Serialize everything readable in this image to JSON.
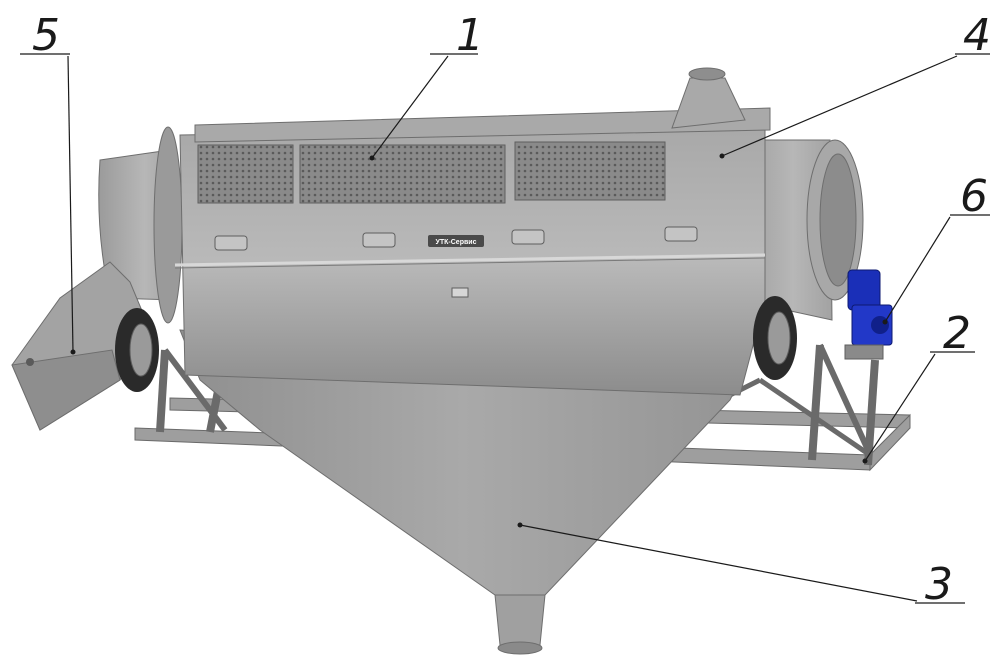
{
  "figure": {
    "brand_label": "УТК-Сервис",
    "callouts": [
      {
        "id": "5",
        "label": "5"
      },
      {
        "id": "1",
        "label": "1"
      },
      {
        "id": "4",
        "label": "4"
      },
      {
        "id": "6",
        "label": "6"
      },
      {
        "id": "2",
        "label": "2"
      },
      {
        "id": "3",
        "label": "3"
      }
    ]
  },
  "colors": {
    "metal_light": "#b4b4b4",
    "metal_mid": "#9a9a9a",
    "metal_dark": "#7a7a7a",
    "metal_shadow": "#5e5e5e",
    "motor_blue": "#1a2fb8",
    "tire": "#2a2a2a",
    "leader_line": "#1a1a1a"
  }
}
